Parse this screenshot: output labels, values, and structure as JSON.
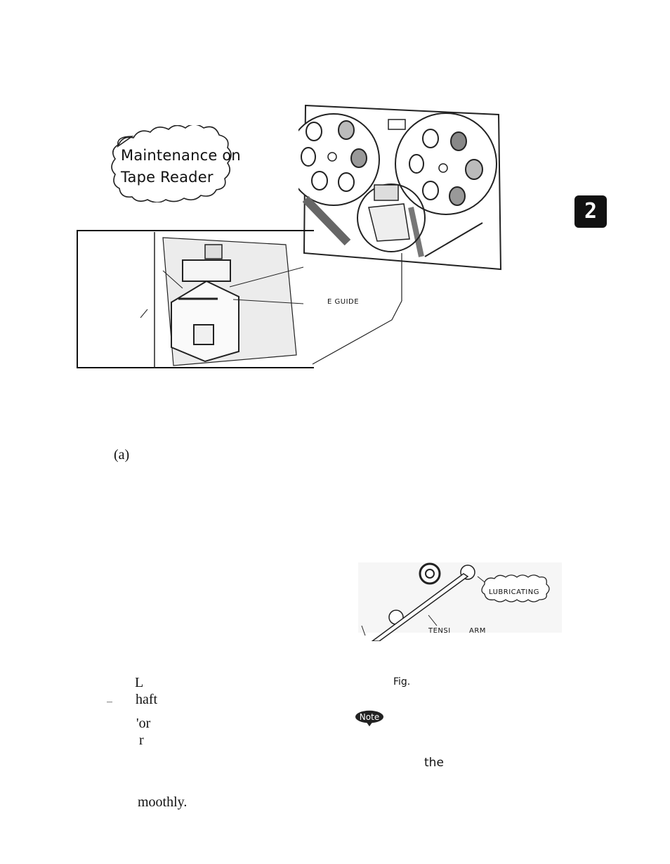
{
  "title_cloud": {
    "line1": "Maintenance on",
    "line2": "Tape Reader"
  },
  "chapter_tab": "2",
  "inset_labels": {
    "guide": "E GUIDE"
  },
  "step_marker": "(a)",
  "figure": {
    "lubricating_label": "LUBRICATING",
    "arm_label_left": "TENSI",
    "arm_label_right": "ARM",
    "caption": "Fig."
  },
  "note_badge": "Note",
  "note_text": "the",
  "left_column_fragments": {
    "line1": "L",
    "line2": "haft",
    "line3": "'or",
    "line4": "r",
    "line5": "moothly."
  }
}
